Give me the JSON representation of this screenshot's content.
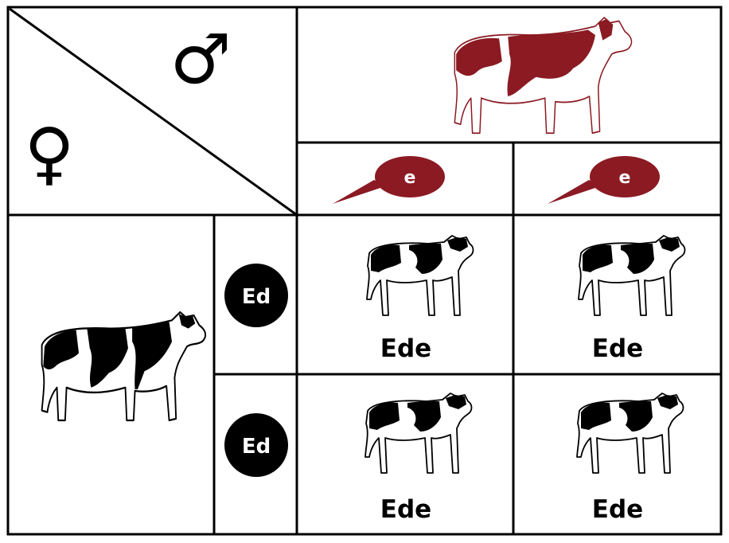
{
  "colors": {
    "maternal": "#000000",
    "paternal": "#8b1a22",
    "grid": "#000000",
    "background": "#ffffff"
  },
  "header": {
    "male_symbol": "♂",
    "female_symbol": "♀"
  },
  "icons": {
    "father_cow": "red-cow-icon",
    "mother_cow": "holstein-cow-icon",
    "offspring": "holstein-calf-icon"
  },
  "paternal_alleles": [
    "e",
    "e"
  ],
  "maternal_alleles": [
    "Ed",
    "Ed"
  ],
  "offspring_genotypes": [
    [
      "Ede",
      "Ede"
    ],
    [
      "Ede",
      "Ede"
    ]
  ]
}
